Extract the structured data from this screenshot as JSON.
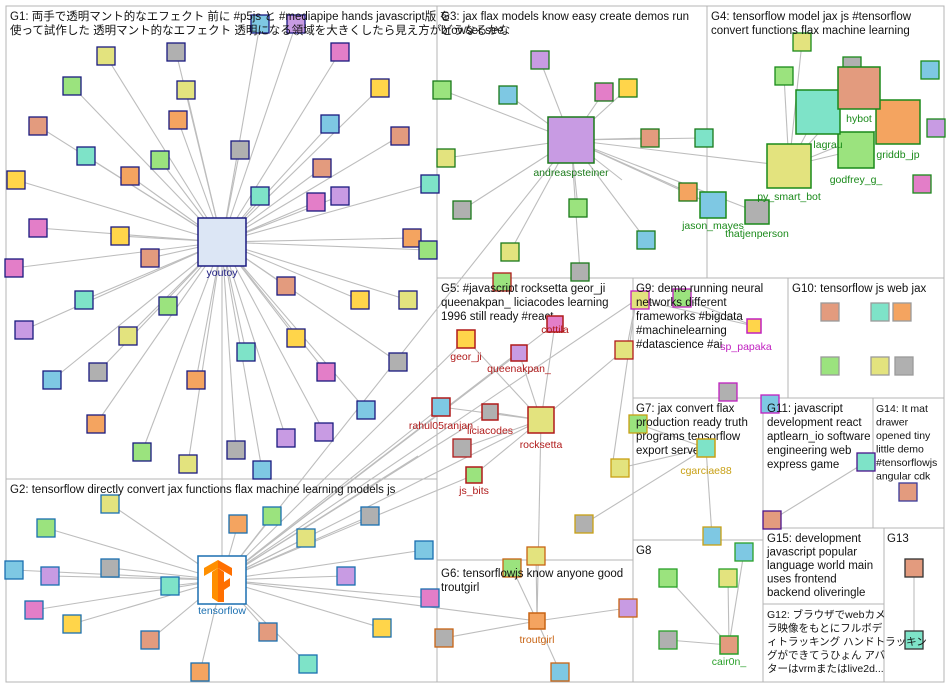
{
  "groups": [
    {
      "id": "g1",
      "lines": [
        "G1: 両手で透明マント的なエフェクト 前に #p5js と #mediapipe hands javascript版 を",
        "使って試作した 透明マント的なエフェクト 透明になる領域を大きくしたら見え方がどうなるかな"
      ]
    },
    {
      "id": "g2",
      "lines": [
        "G2: tensorflow directly convert jax functions flax machine learning models js"
      ]
    },
    {
      "id": "g3",
      "lines": [
        "G3: jax flax models know easy create demos run",
        "browser see"
      ]
    },
    {
      "id": "g4",
      "lines": [
        "G4: tensorflow model jax js #tensorflow",
        "convert functions flax machine learning"
      ]
    },
    {
      "id": "g5",
      "lines": [
        "G5: #javascript rocksetta geor_ji",
        "queenakpan_ liciacodes learning",
        "1996 still ready #react"
      ]
    },
    {
      "id": "g6",
      "lines": [
        "G6: tensorflowjs know anyone good",
        "troutgirl"
      ]
    },
    {
      "id": "g7",
      "lines": [
        "G7: jax convert flax",
        "production ready truth",
        "programs tensorflow",
        "export servers"
      ]
    },
    {
      "id": "g8",
      "lines": [
        "G8"
      ]
    },
    {
      "id": "g9",
      "lines": [
        "G9: demo running neural",
        "networks different",
        "frameworks #bigdata",
        "#machinelearning",
        "#datascience #ai"
      ]
    },
    {
      "id": "g10",
      "lines": [
        "G10: tensorflow js web jax"
      ]
    },
    {
      "id": "g11",
      "lines": [
        "G11: javascript",
        "development react",
        "aptlearn_io software",
        "engineering web",
        "express game"
      ]
    },
    {
      "id": "g12",
      "lines": [
        "G12: ブラウザでwebカメ",
        "ラ映像をもとにフルボデ",
        "ィトラッキング ハンドトラッキン",
        "グができてうひょん アバ",
        "ターはvrmまたはlive2d..."
      ]
    },
    {
      "id": "g13",
      "lines": [
        "G13"
      ]
    },
    {
      "id": "g14",
      "lines": [
        "G14: It mat",
        "drawer",
        "opened tiny",
        "little demo",
        "#tensorflowjs",
        "angular cdk"
      ]
    },
    {
      "id": "g15",
      "lines": [
        "G15: development",
        "javascript popular",
        "language world main",
        "uses frontend",
        "backend oliveringle"
      ]
    }
  ],
  "labeled_nodes": [
    {
      "id": "youtoy",
      "label": "youtoy",
      "color": "#1a1a80"
    },
    {
      "id": "tensorflow",
      "label": "tensorflow",
      "color": "#1a6fb0"
    },
    {
      "id": "andreaspsteiner",
      "label": "andreaspsteiner",
      "color": "#1a7a1a"
    },
    {
      "id": "jason_mayes",
      "label": "jason_mayes",
      "color": "#1a8a1a"
    },
    {
      "id": "thatjenperson",
      "label": "thatjenperson",
      "color": "#1a8a1a"
    },
    {
      "id": "py_smart_bot",
      "label": "py_smart_bot",
      "color": "#1a8a1a"
    },
    {
      "id": "godfrey_g_",
      "label": "godfrey_g_",
      "color": "#1a8a1a"
    },
    {
      "id": "griddb_jp",
      "label": "griddb_jp",
      "color": "#1a8a1a"
    },
    {
      "id": "lagrau",
      "label": "lagrau",
      "color": "#1a8a1a"
    },
    {
      "id": "hybot",
      "label": "hybot",
      "color": "#1a8a1a"
    },
    {
      "id": "geor_ji",
      "label": "geor_ji",
      "color": "#b01a1a"
    },
    {
      "id": "cottila",
      "label": "cottila",
      "color": "#b01a1a"
    },
    {
      "id": "queenakpan_",
      "label": "queenakpan_",
      "color": "#b01a1a"
    },
    {
      "id": "rahul05ranjan",
      "label": "rahul05ranjan",
      "color": "#b01a1a"
    },
    {
      "id": "liciacodes",
      "label": "liciacodes",
      "color": "#b01a1a"
    },
    {
      "id": "rocksetta",
      "label": "rocksetta",
      "color": "#b01a1a"
    },
    {
      "id": "js_bits",
      "label": "js_bits",
      "color": "#b01a1a"
    },
    {
      "id": "troutgirl",
      "label": "troutgirl",
      "color": "#c86414"
    },
    {
      "id": "cgarciae88",
      "label": "cgarciae88",
      "color": "#c8a014"
    },
    {
      "id": "cair0n_",
      "label": "cair0n_",
      "color": "#2aa02a"
    },
    {
      "id": "sp_papaka",
      "label": "sp_papaka",
      "color": "#c020c0"
    }
  ],
  "colors": {
    "g1": "#1a1a80",
    "g2": "#1a6fb0",
    "g3": "#1a7a1a",
    "g4": "#1a8a1a",
    "g5": "#b01a1a",
    "g6": "#c86414",
    "g7": "#c8a014",
    "g8": "#2aa02a",
    "g9": "#c020c0",
    "g10": "#9a9a9a",
    "g11": "#4a148c",
    "g12": "#6a6a6a",
    "g13": "#333333",
    "g14": "#3a3a9a",
    "g15": "#7a5a14",
    "edge": "#bdbdbd",
    "box": "#b4b4b4"
  }
}
